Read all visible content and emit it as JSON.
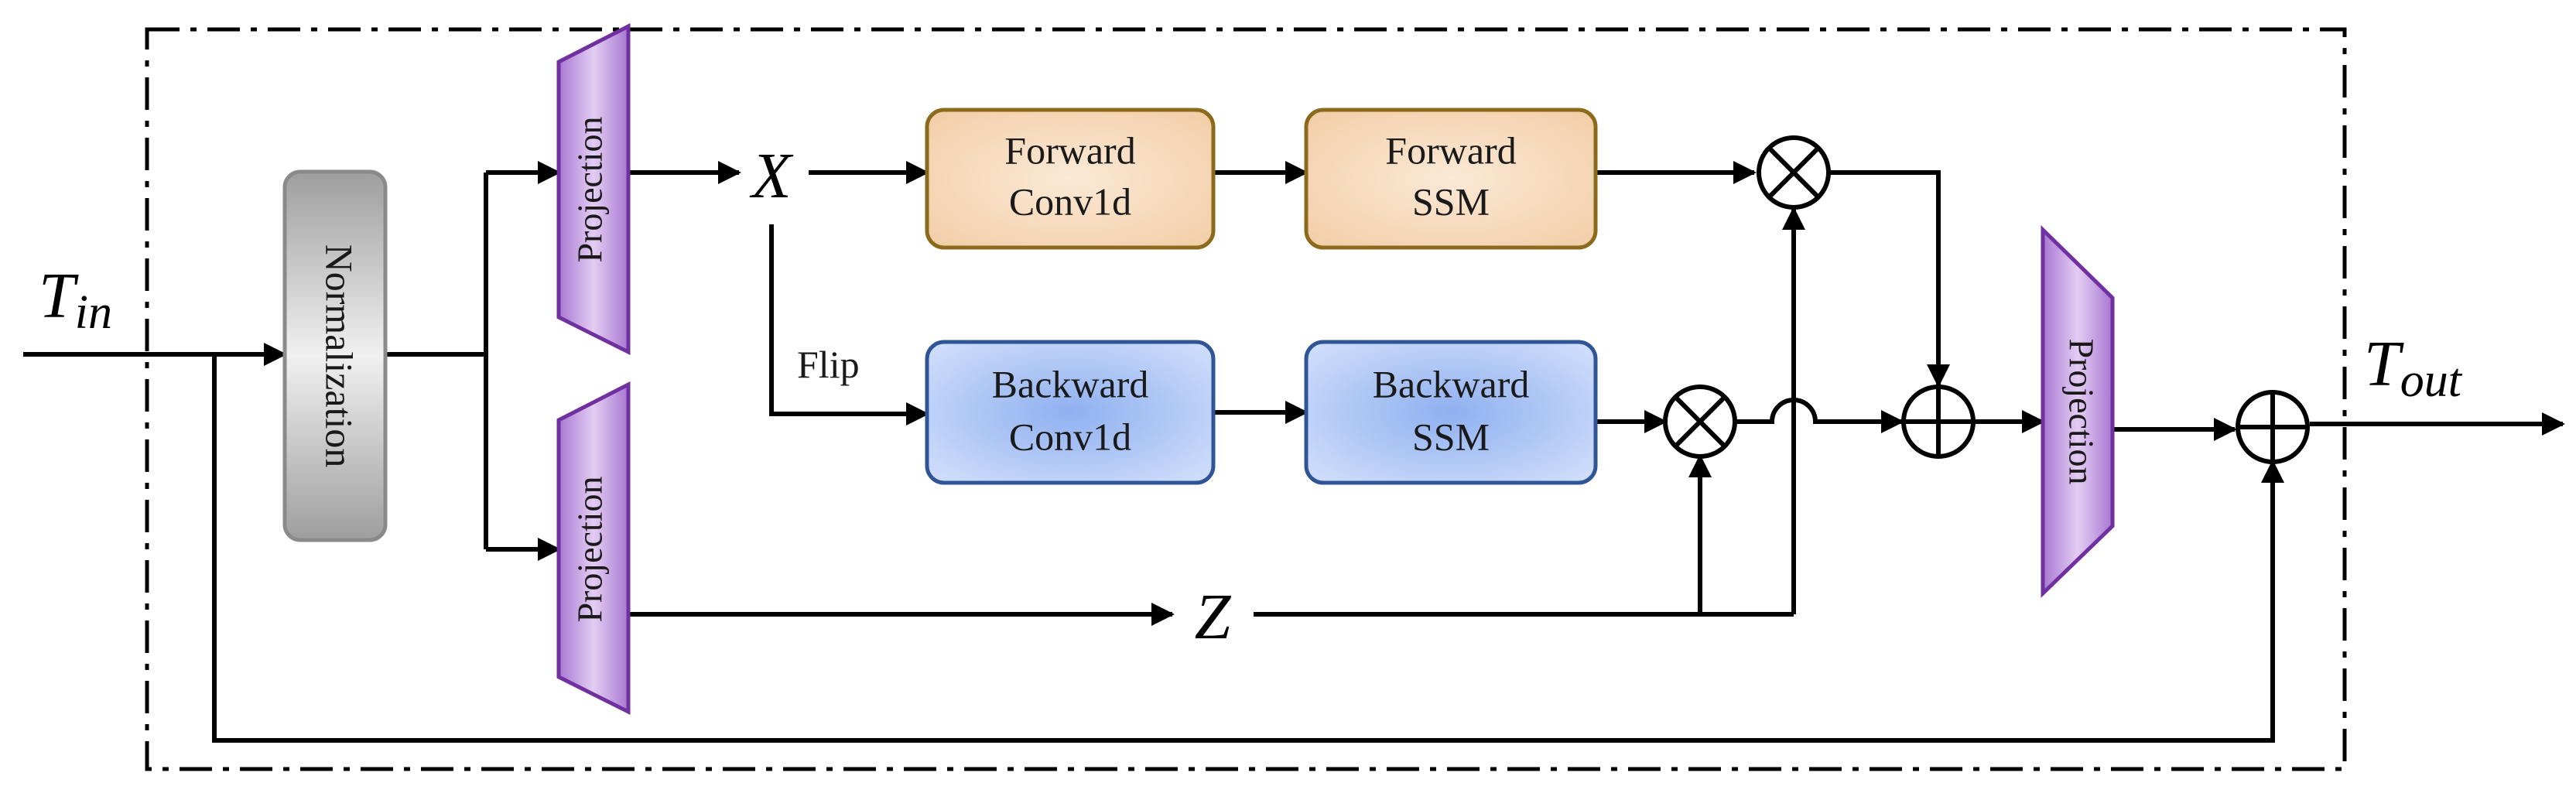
{
  "labels": {
    "t_in_main": "T",
    "t_in_sub": "in",
    "t_out_main": "T",
    "t_out_sub": "out",
    "x": "X",
    "z": "Z",
    "flip": "Flip"
  },
  "blocks": {
    "normalization": "Normalization",
    "projection": "Projection",
    "forward_conv_line1": "Forward",
    "forward_conv_line2": "Conv1d",
    "forward_ssm_line1": "Forward",
    "forward_ssm_line2": "SSM",
    "backward_conv_line1": "Backward",
    "backward_conv_line2": "Conv1d",
    "backward_ssm_line1": "Backward",
    "backward_ssm_line2": "SSM"
  },
  "colors": {
    "projection_fill": "#c8a2e0",
    "projection_stroke": "#7030a0",
    "forward_fill": "#f7dcc0",
    "forward_stroke": "#8b6a1c",
    "backward_fill": "#a9c2f2",
    "backward_stroke": "#2f5597",
    "normalization_fill": "#c8c8c8",
    "normalization_stroke": "#8a8a8a"
  }
}
